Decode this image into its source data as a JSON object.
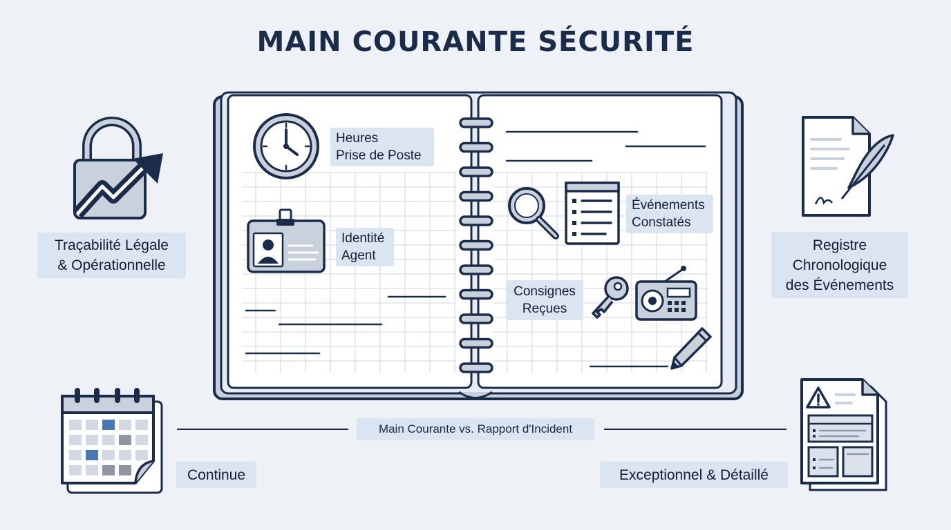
{
  "title": "MAIN COURANTE SÉCURITÉ",
  "notebook": {
    "left_page": {
      "shift_hours": [
        "Heures",
        "Prise de Poste"
      ],
      "agent_identity": [
        "Identité",
        "Agent"
      ]
    },
    "right_page": {
      "observed_events": [
        "Événements",
        "Constatés"
      ],
      "received_instructions": [
        "Consignes",
        "Reçues"
      ]
    }
  },
  "sides": {
    "traceability": [
      "Traçabilité Légale",
      "& Opérationnelle"
    ],
    "chronological_register": [
      "Registre",
      "Chronologique",
      "des Événements"
    ],
    "continuous": "Continue",
    "exceptional": "Exceptionnel & Détaillé"
  },
  "comparison": "Main Courante vs. Rapport d'Incident",
  "icons": [
    "padlock-trend-icon",
    "clock-icon",
    "id-badge-icon",
    "magnifier-icon",
    "checklist-icon",
    "key-icon",
    "radio-icon",
    "pen-icon",
    "document-quill-icon",
    "calendar-icon",
    "warning-report-icon"
  ],
  "colors": {
    "background": "#eef1f6",
    "navy": "#1b2c4b",
    "label_bg": "#dbe4f1",
    "accent_blue": "#4a78b5",
    "page_white": "#ffffff"
  }
}
